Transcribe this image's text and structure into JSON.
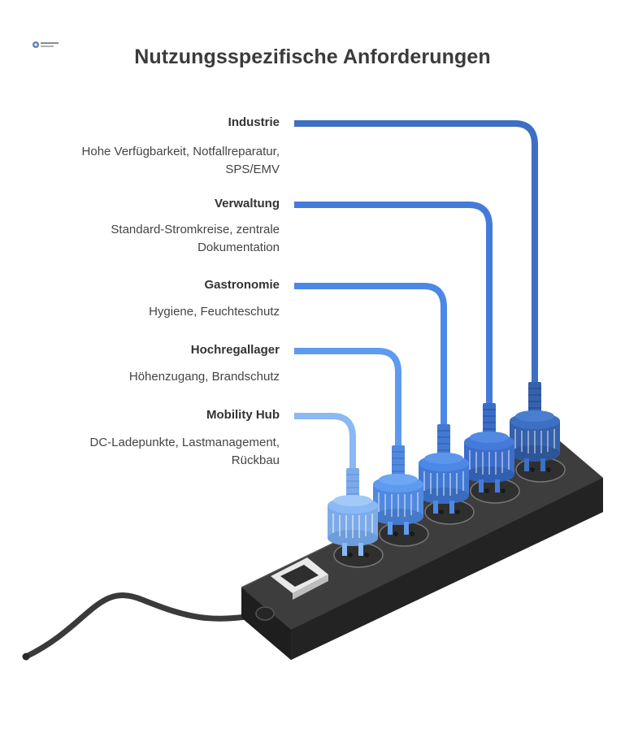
{
  "title": "Nutzungsspezifische Anforderungen",
  "categories": [
    {
      "key": "industrie",
      "title": "Industrie",
      "desc_lines": [
        "Hohe Verfügbarkeit, Notfallreparatur,",
        "SPS/EMV"
      ],
      "color": "#3d6fc2"
    },
    {
      "key": "verwaltung",
      "title": "Verwaltung",
      "desc_lines": [
        "Standard-Stromkreise, zentrale",
        "Dokumentation"
      ],
      "color": "#447bdb"
    },
    {
      "key": "gastronomie",
      "title": "Gastronomie",
      "desc_lines": [
        "Hygiene, Feuchteschutz"
      ],
      "color": "#4c88e6"
    },
    {
      "key": "hochregallager",
      "title": "Hochregallager",
      "desc_lines": [
        "Höhenzugang, Brandschutz"
      ],
      "color": "#5d9af0"
    },
    {
      "key": "mobility_hub",
      "title": "Mobility Hub",
      "desc_lines": [
        "DC-Ladepunkte, Lastmanagement,",
        "Rückbau"
      ],
      "color": "#8ab9f5"
    }
  ],
  "colors": {
    "strip": "#3a3a3a",
    "strip_dark": "#222222",
    "cable": "#3a3a3a"
  }
}
